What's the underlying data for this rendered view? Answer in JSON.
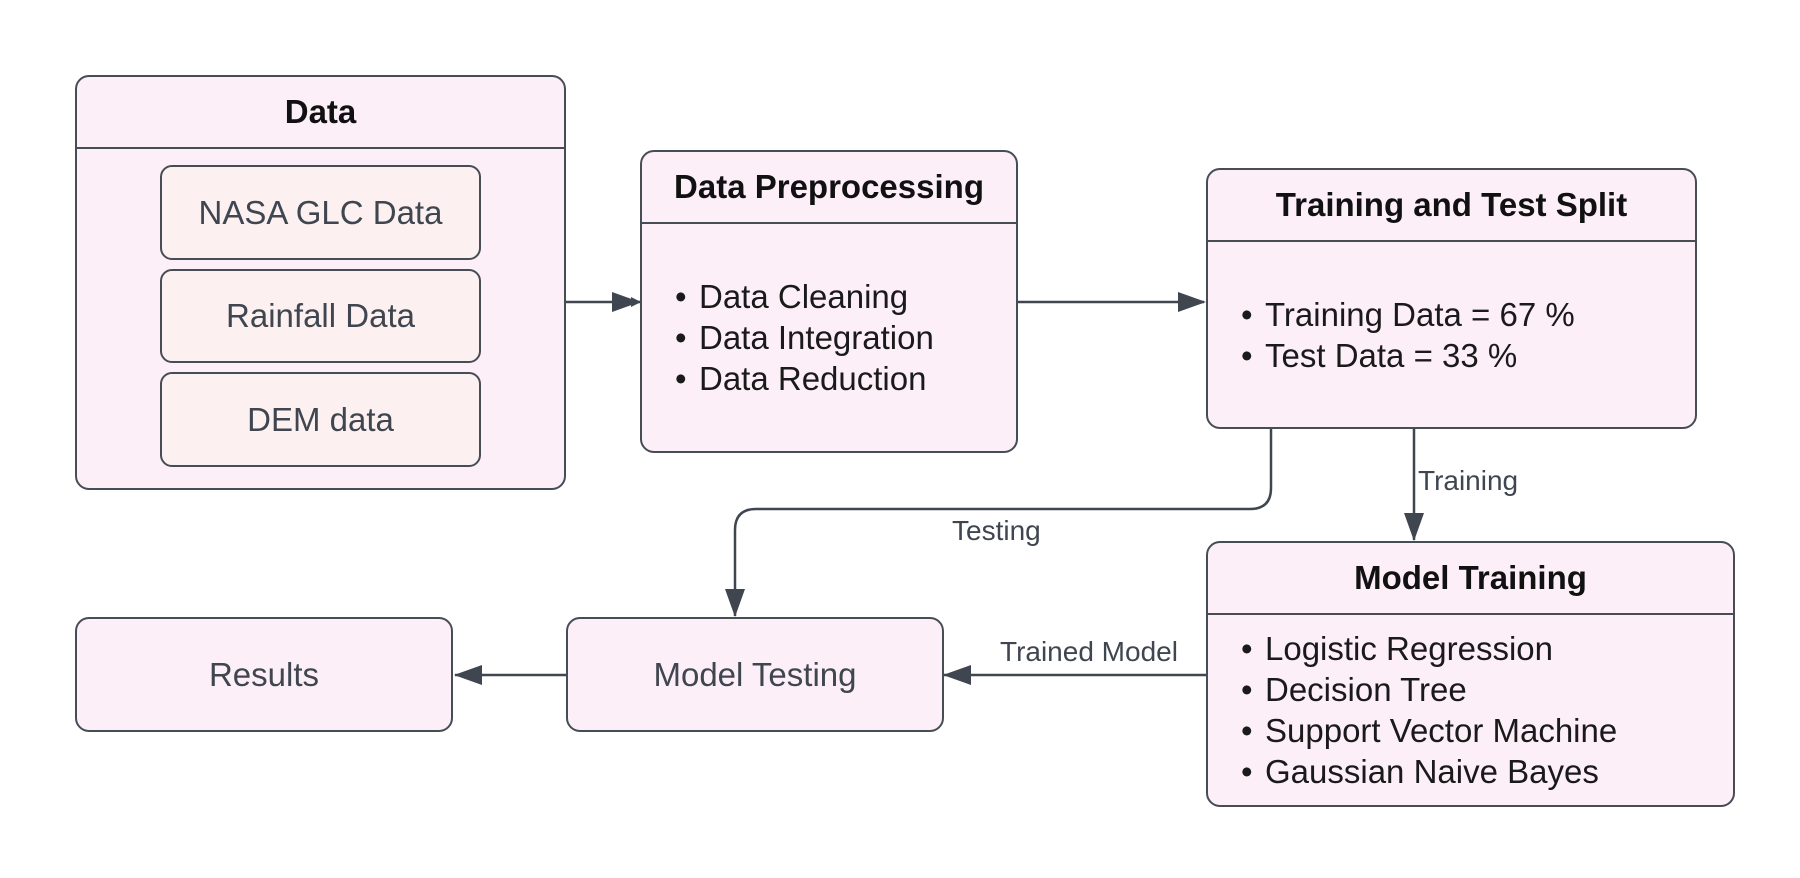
{
  "data_group": {
    "title": "Data",
    "sources": [
      "NASA GLC Data",
      "Rainfall Data",
      "DEM data"
    ]
  },
  "preprocessing": {
    "title": "Data Preprocessing",
    "steps": [
      "Data Cleaning",
      "Data Integration",
      "Data Reduction"
    ]
  },
  "split": {
    "title": "Training and Test Split",
    "items": [
      "Training Data = 67 %",
      "Test Data = 33 %"
    ]
  },
  "model_training": {
    "title": "Model Training",
    "models": [
      "Logistic Regression",
      "Decision Tree",
      "Support Vector Machine",
      "Gaussian Naive Bayes"
    ]
  },
  "model_testing": {
    "label": "Model Testing"
  },
  "results": {
    "label": "Results"
  },
  "edge_labels": {
    "testing": "Testing",
    "training": "Training",
    "trained_model": "Trained Model"
  },
  "colors": {
    "box_fill": "#fdeff8",
    "inner_fill": "#fdf0f1",
    "stroke": "#474d55"
  }
}
